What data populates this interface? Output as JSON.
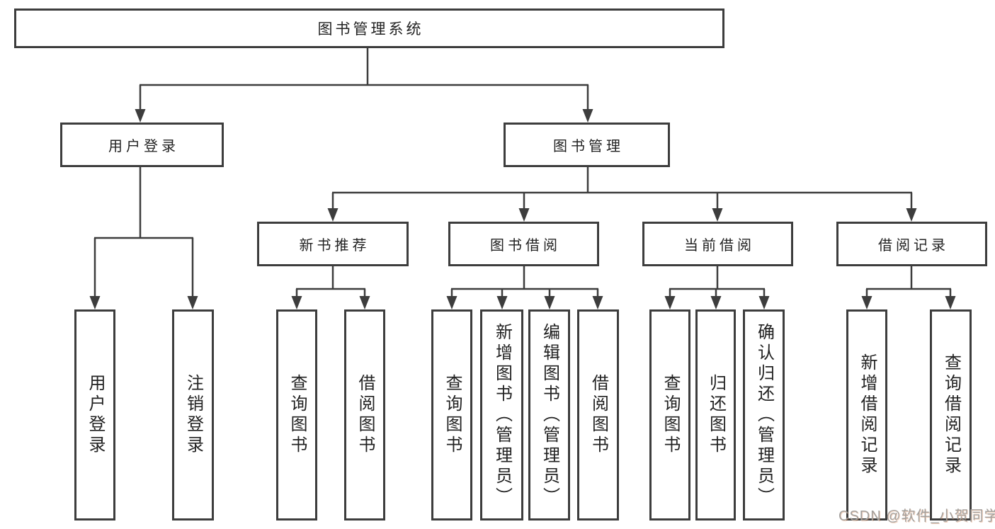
{
  "diagram": {
    "title": "图书管理系统",
    "type": "functional-structure-tree",
    "colors": {
      "line": "#3d3d3d",
      "box_border": "#3d3d3d",
      "text": "#222222",
      "watermark": "#a3a09d",
      "background": "#ffffff"
    },
    "watermark": "CSDN @软件_小贺同学"
  },
  "nodes": {
    "root": {
      "label": "图书管理系统"
    },
    "user_login": {
      "label": "用户登录"
    },
    "book_mgmt": {
      "label": "图书管理"
    },
    "new_book_rec": {
      "label": "新书推荐"
    },
    "book_borrow": {
      "label": "图书借阅"
    },
    "current_borrow": {
      "label": "当前借阅"
    },
    "borrow_record": {
      "label": "借阅记录"
    },
    "leaf_user_login": {
      "label": "用户登录"
    },
    "leaf_logout": {
      "label": "注销登录"
    },
    "rec_query_book": {
      "label": "查询图书"
    },
    "rec_borrow_book": {
      "label": "借阅图书"
    },
    "bb_query_book": {
      "label": "查询图书"
    },
    "bb_add_book": {
      "label": "新增图书（管理员）"
    },
    "bb_edit_book": {
      "label": "编辑图书（管理员）"
    },
    "bb_borrow_book": {
      "label": "借阅图书"
    },
    "cb_query_book": {
      "label": "查询图书"
    },
    "cb_return_book": {
      "label": "归还图书"
    },
    "cb_confirm_return": {
      "label": "确认归还（管理员）"
    },
    "br_add_record": {
      "label": "新增借阅记录"
    },
    "br_query_record": {
      "label": "查询借阅记录"
    }
  },
  "hierarchy": {
    "图书管理系统": {
      "用户登录": [
        "用户登录",
        "注销登录"
      ],
      "图书管理": {
        "新书推荐": [
          "查询图书",
          "借阅图书"
        ],
        "图书借阅": [
          "查询图书",
          "新增图书（管理员）",
          "编辑图书（管理员）",
          "借阅图书"
        ],
        "当前借阅": [
          "查询图书",
          "归还图书",
          "确认归还（管理员）"
        ],
        "借阅记录": [
          "新增借阅记录",
          "查询借阅记录"
        ]
      }
    }
  }
}
